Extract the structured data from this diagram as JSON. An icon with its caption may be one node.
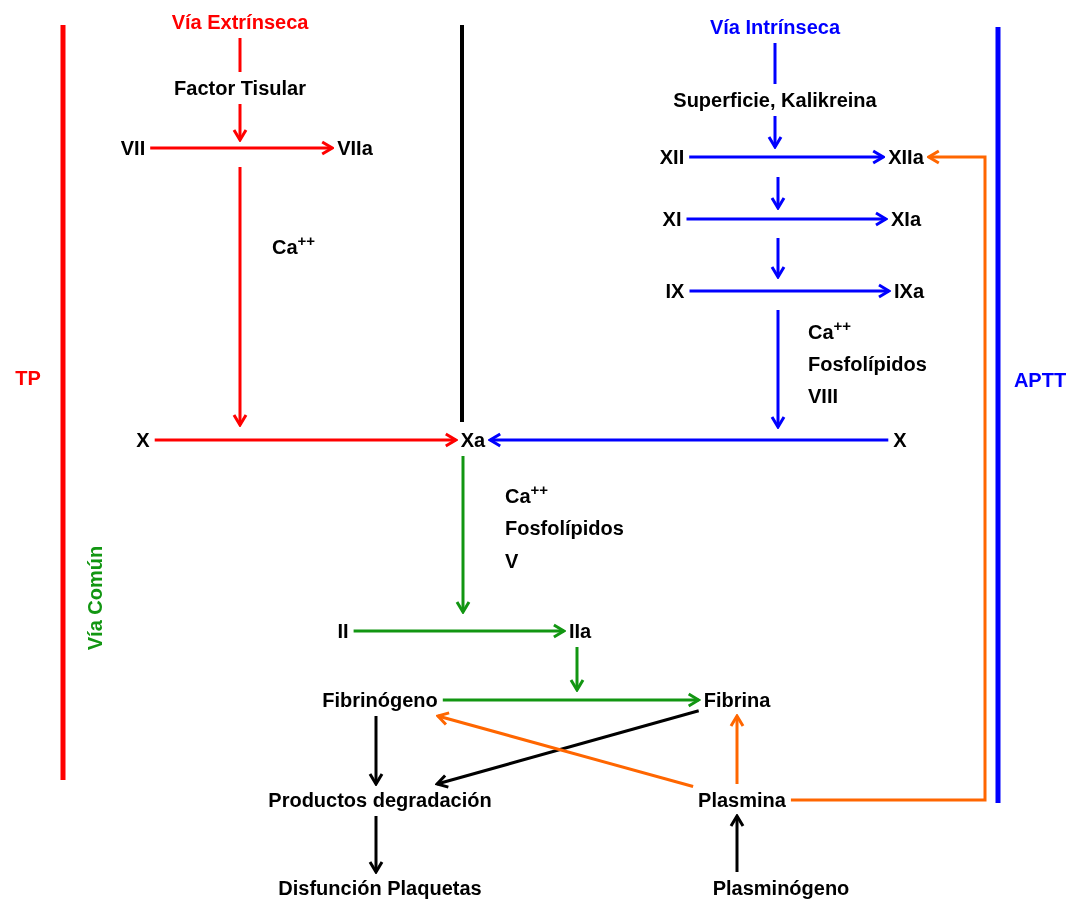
{
  "diagram": {
    "nodes": [
      {
        "text": [
          "Vía Extrínseca"
        ]
      },
      {
        "text": [
          "Factor Tisular"
        ]
      },
      {
        "text": [
          "VII"
        ]
      },
      {
        "text": [
          "VIIa"
        ]
      },
      {
        "text": [
          "X"
        ]
      },
      {
        "text": [
          "Xa"
        ]
      },
      {
        "text": [
          "Vía Intrínseca"
        ]
      },
      {
        "text": [
          "Superficie, Kalikreina"
        ]
      },
      {
        "text": [
          "XII"
        ]
      },
      {
        "text": [
          "XIIa"
        ]
      },
      {
        "text": [
          "XI"
        ]
      },
      {
        "text": [
          "XIa"
        ]
      },
      {
        "text": [
          "IX"
        ]
      },
      {
        "text": [
          "IXa"
        ]
      },
      {
        "text": [
          "X"
        ]
      },
      {
        "text": [
          "II"
        ]
      },
      {
        "text": [
          "IIa"
        ]
      },
      {
        "text": [
          "Fibrinógeno"
        ]
      },
      {
        "text": [
          "Fibrina"
        ]
      },
      {
        "text": [
          "Productos degradación"
        ]
      },
      {
        "text": [
          "Plasmina"
        ]
      },
      {
        "text": [
          "Disfunción Plaquetas"
        ]
      },
      {
        "text": [
          "Plasminógeno"
        ]
      }
    ],
    "edges": [
      {
        "from": 0,
        "to": 1,
        "arrow": "none",
        "color": "#ff0000"
      },
      {
        "from": 1,
        "to": null,
        "arrow": "to",
        "color": "#ff0000"
      },
      {
        "from": 2,
        "to": 3,
        "arrow": "to",
        "color": "#ff0000"
      },
      {
        "from": 4,
        "to": 5,
        "arrow": "to",
        "color": "#ff0000"
      },
      {
        "from": 6,
        "to": 7,
        "arrow": "none",
        "color": "#0000ff"
      },
      {
        "from": 7,
        "to": null,
        "arrow": "to",
        "color": "#0000ff"
      },
      {
        "from": 8,
        "to": 9,
        "arrow": "to",
        "color": "#0000ff"
      },
      {
        "from": 10,
        "to": 11,
        "arrow": "to",
        "color": "#0000ff"
      },
      {
        "from": 12,
        "to": 13,
        "arrow": "to",
        "color": "#0000ff"
      },
      {
        "from": 14,
        "to": 5,
        "arrow": "to",
        "color": "#0000ff"
      },
      {
        "from": 5,
        "to": null,
        "arrow": "to",
        "color": "#129612"
      },
      {
        "from": 15,
        "to": 16,
        "arrow": "to",
        "color": "#129612"
      },
      {
        "from": 16,
        "to": null,
        "arrow": "to",
        "color": "#129612"
      },
      {
        "from": 17,
        "to": 18,
        "arrow": "to",
        "color": "#129612"
      },
      {
        "from": 18,
        "to": 19,
        "arrow": "to",
        "color": "#000000"
      },
      {
        "from": 17,
        "to": 19,
        "arrow": "to",
        "color": "#000000"
      },
      {
        "from": 20,
        "to": 17,
        "arrow": "to",
        "color": "#ff6600"
      },
      {
        "from": 20,
        "to": 18,
        "arrow": "to",
        "color": "#ff6600"
      },
      {
        "from": 20,
        "to": 9,
        "arrow": "to",
        "color": "#ff6600"
      },
      {
        "from": 22,
        "to": 20,
        "arrow": "to",
        "color": "#000000"
      },
      {
        "from": 19,
        "to": 21,
        "arrow": "to",
        "color": "#000000"
      }
    ],
    "labels": [
      "TP",
      "Ca$^{++}$",
      "Ca$^{++}$",
      "Fosfolípidos",
      "VIII",
      "APTT",
      "Ca$^{++}$",
      "Fosfolípidos",
      "V",
      "Vía Común"
    ]
  }
}
